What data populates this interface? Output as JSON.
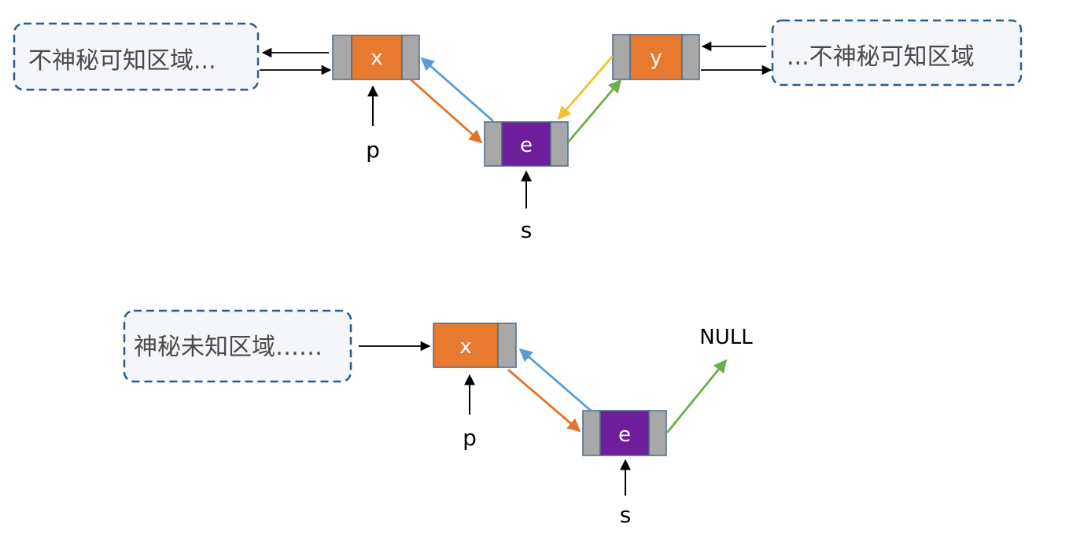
{
  "colors": {
    "data_orange": "#E87A2F",
    "data_purple": "#6E1E9A",
    "pointer_gray": "#A8A8A8",
    "border_blue": "#2E5C8A",
    "region_fill": "#F4F6F9",
    "arrow_blue": "#5B9BD5",
    "arrow_orange": "#E0742A",
    "arrow_green": "#70AD47",
    "arrow_yellow": "#F2C12E",
    "arrow_black": "#000000"
  },
  "top": {
    "left_region": "不神秘可知区域...",
    "right_region": "...不神秘可知区域",
    "node_x": "x",
    "node_y": "y",
    "node_e": "e",
    "pointer_p": "p",
    "pointer_s": "s"
  },
  "bottom": {
    "left_region": "神秘未知区域……",
    "node_x": "x",
    "node_e": "e",
    "pointer_p": "p",
    "pointer_s": "s",
    "null_label": "NULL"
  }
}
